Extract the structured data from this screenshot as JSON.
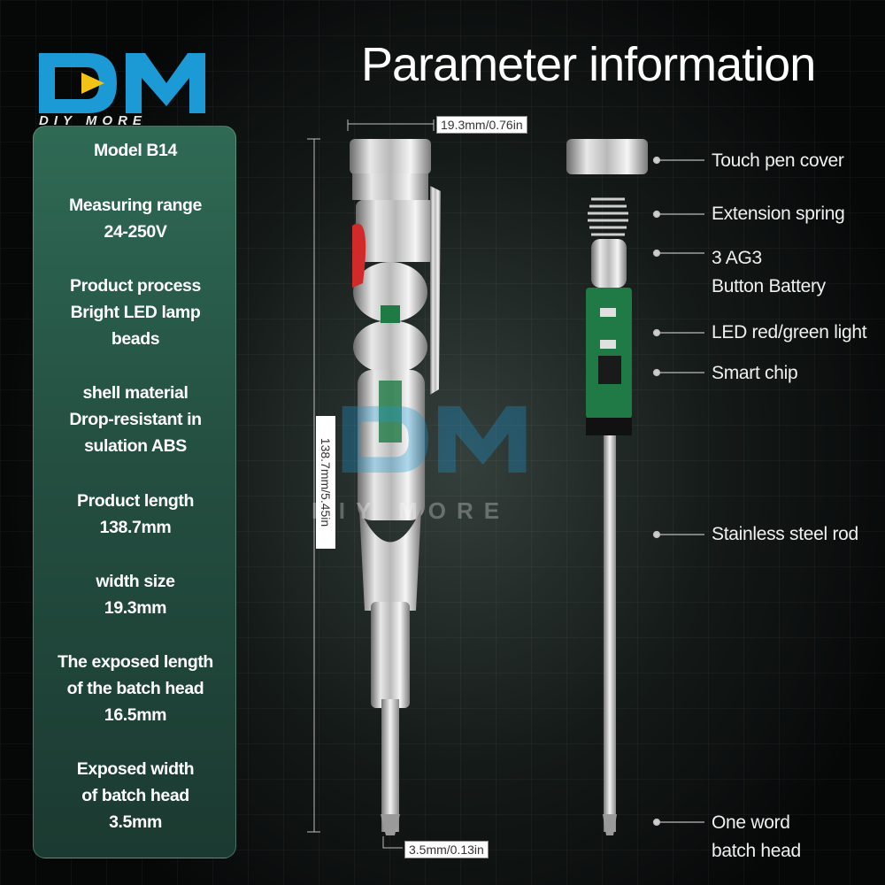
{
  "brand": {
    "logo_text": "DM",
    "logo_sub": "DIY MORE"
  },
  "title": "Parameter information",
  "specs": [
    {
      "lines": [
        "Model B14"
      ]
    },
    {
      "lines": [
        "Measuring range",
        "24-250V"
      ]
    },
    {
      "lines": [
        "Product process",
        "Bright LED lamp",
        "beads"
      ]
    },
    {
      "lines": [
        "shell material",
        "Drop-resistant in",
        "sulation ABS"
      ]
    },
    {
      "lines": [
        "Product length",
        "138.7mm"
      ]
    },
    {
      "lines": [
        "width size",
        "19.3mm"
      ]
    },
    {
      "lines": [
        "The exposed length",
        "of the batch head",
        "16.5mm"
      ]
    },
    {
      "lines": [
        "Exposed width",
        "of batch head",
        "3.5mm"
      ]
    }
  ],
  "dimensions": {
    "width": "19.3mm/0.76in",
    "length": "138.7mm/5.45in",
    "tip": "3.5mm/0.13in"
  },
  "parts": [
    {
      "lines": [
        "Touch pen cover"
      ]
    },
    {
      "lines": [
        "Extension spring"
      ]
    },
    {
      "lines": [
        "3 AG3",
        "Button Battery"
      ]
    },
    {
      "lines": [
        "LED red/green light"
      ]
    },
    {
      "lines": [
        "Smart chip"
      ]
    },
    {
      "lines": [
        "Stainless steel rod"
      ]
    },
    {
      "lines": [
        "One word",
        "batch head"
      ]
    }
  ],
  "colors": {
    "panel": "#2a5e4c",
    "logo_blue": "#1b9ad6",
    "pcb": "#1f7a45"
  },
  "icons": [
    "pen-tester-image",
    "exploded-view-image",
    "watermark-logo"
  ]
}
